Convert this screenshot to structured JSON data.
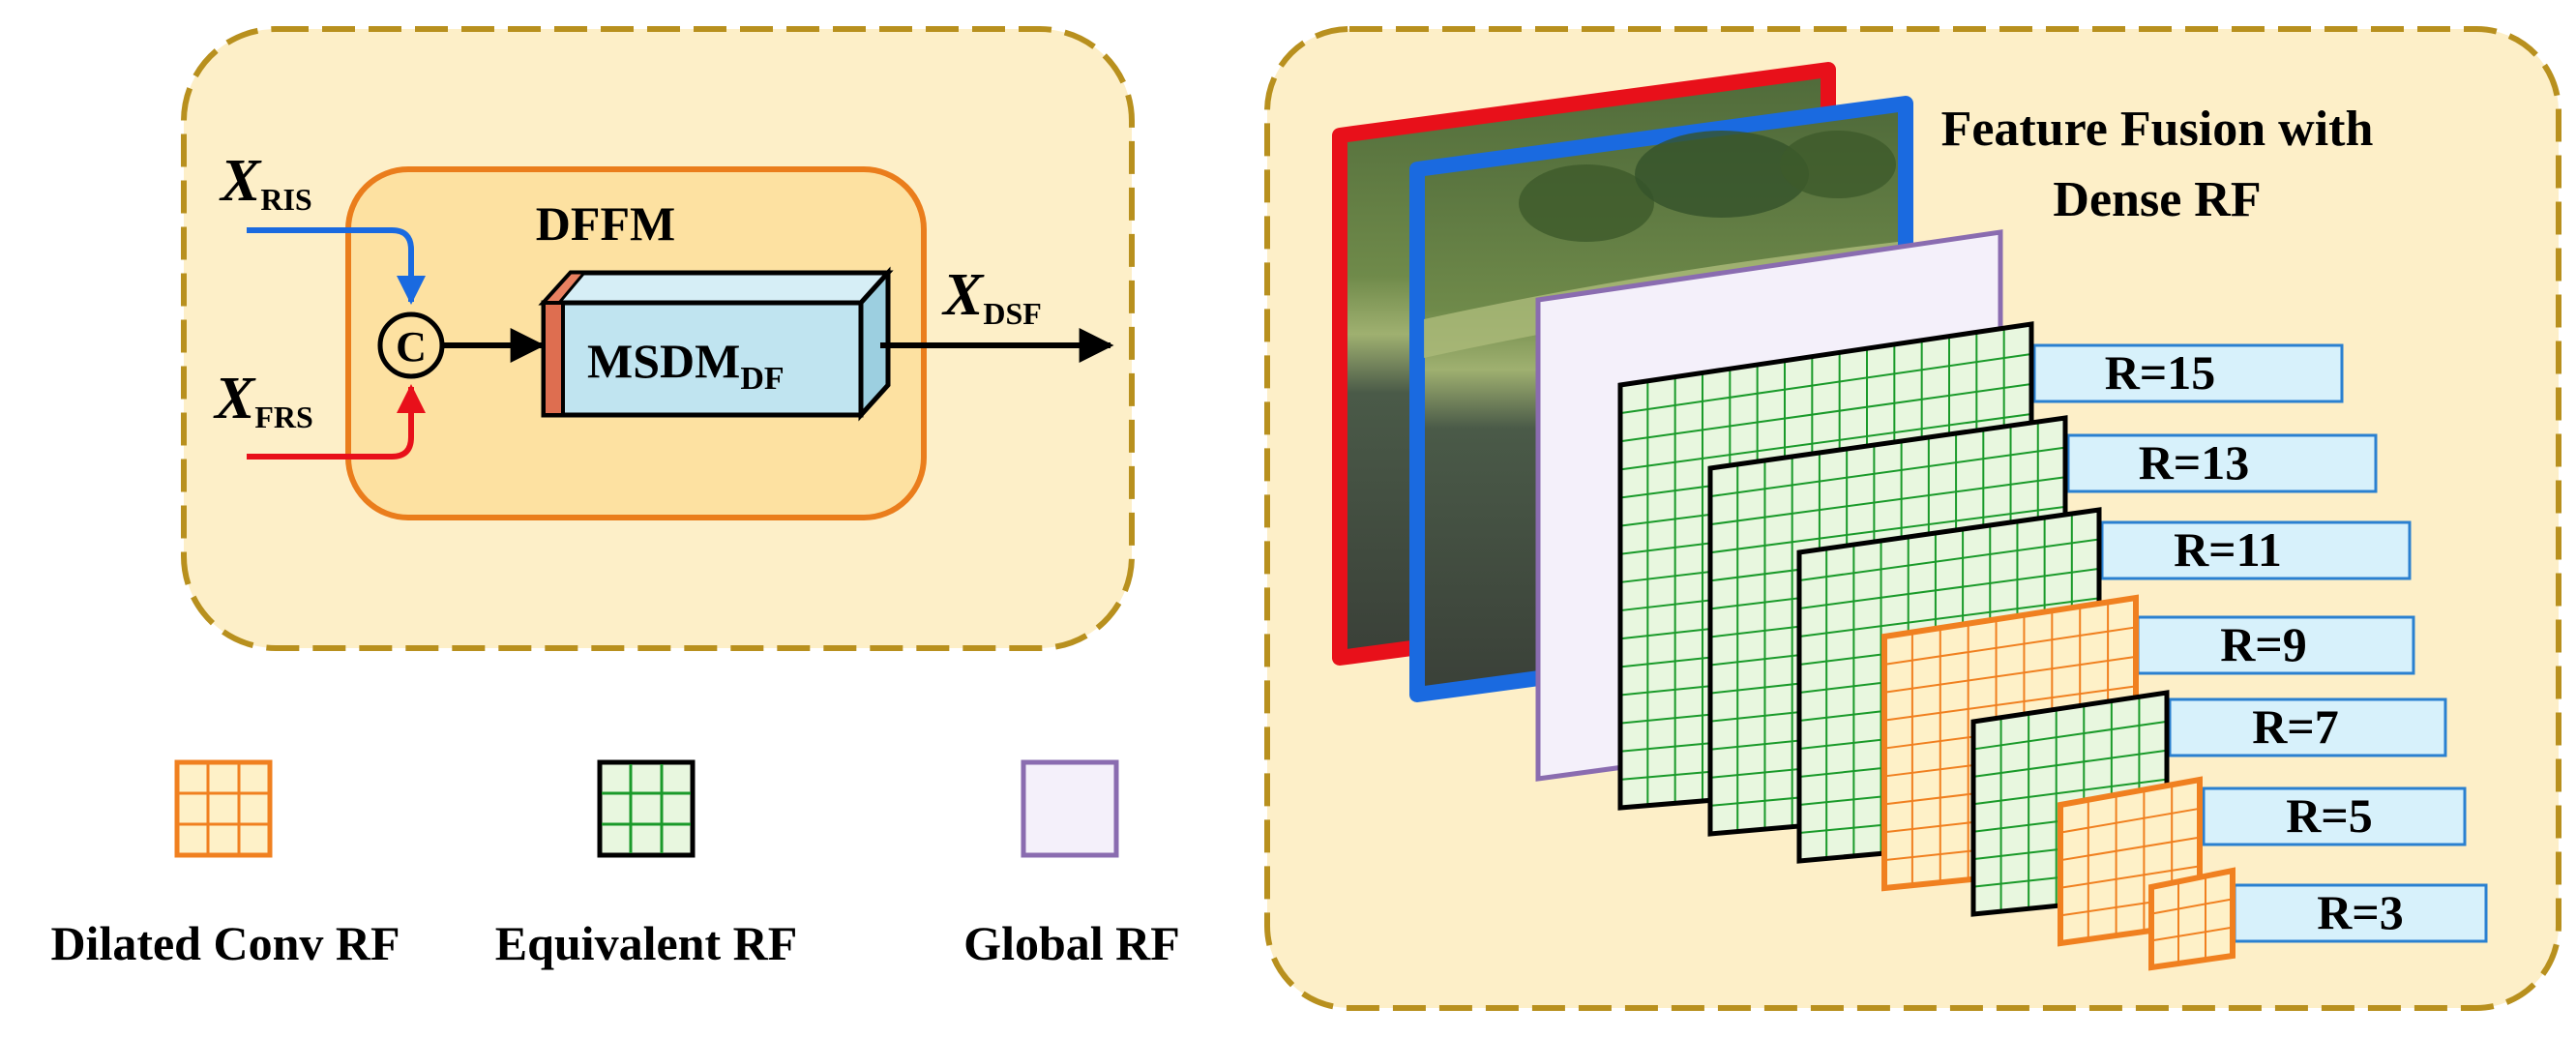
{
  "dffm_panel": {
    "block_title": "DFFM",
    "input_ris": {
      "symbol": "X",
      "subscript": "RIS"
    },
    "input_frs": {
      "symbol": "X",
      "subscript": "FRS"
    },
    "concat_symbol": "C",
    "module": {
      "name": "MSDM",
      "subscript": "DF"
    },
    "output": {
      "symbol": "X",
      "subscript": "DSF"
    }
  },
  "legend": [
    {
      "key": "dilated",
      "label": "Dilated Conv RF"
    },
    {
      "key": "equivalent",
      "label": "Equivalent RF"
    },
    {
      "key": "global",
      "label": "Global RF"
    }
  ],
  "fusion_panel": {
    "title_line1": "Feature Fusion with",
    "title_line2": "Dense RF",
    "rf_labels": [
      "R=15",
      "R=13",
      "R=11",
      "R=9",
      "R=7",
      "R=5",
      "R=3"
    ]
  },
  "colors": {
    "panel_fill": "#fdefc8",
    "panel_border": "#b8901e",
    "dffm_fill": "#fde1a1",
    "dffm_border": "#ea7d1c",
    "ris_arrow": "#1a6ae0",
    "frs_arrow": "#e8101a",
    "module_fill": "#c0e4f0",
    "dilated_stroke": "#f08020",
    "dilated_fill": "#fef1c8",
    "equivalent_stroke": "#1a9a2a",
    "equivalent_fill": "#e8f7df",
    "global_stroke": "#8a6cb0",
    "global_fill": "#f4f0fa",
    "label_box_fill": "#d7f1fb",
    "label_box_border": "#2a80d0"
  }
}
